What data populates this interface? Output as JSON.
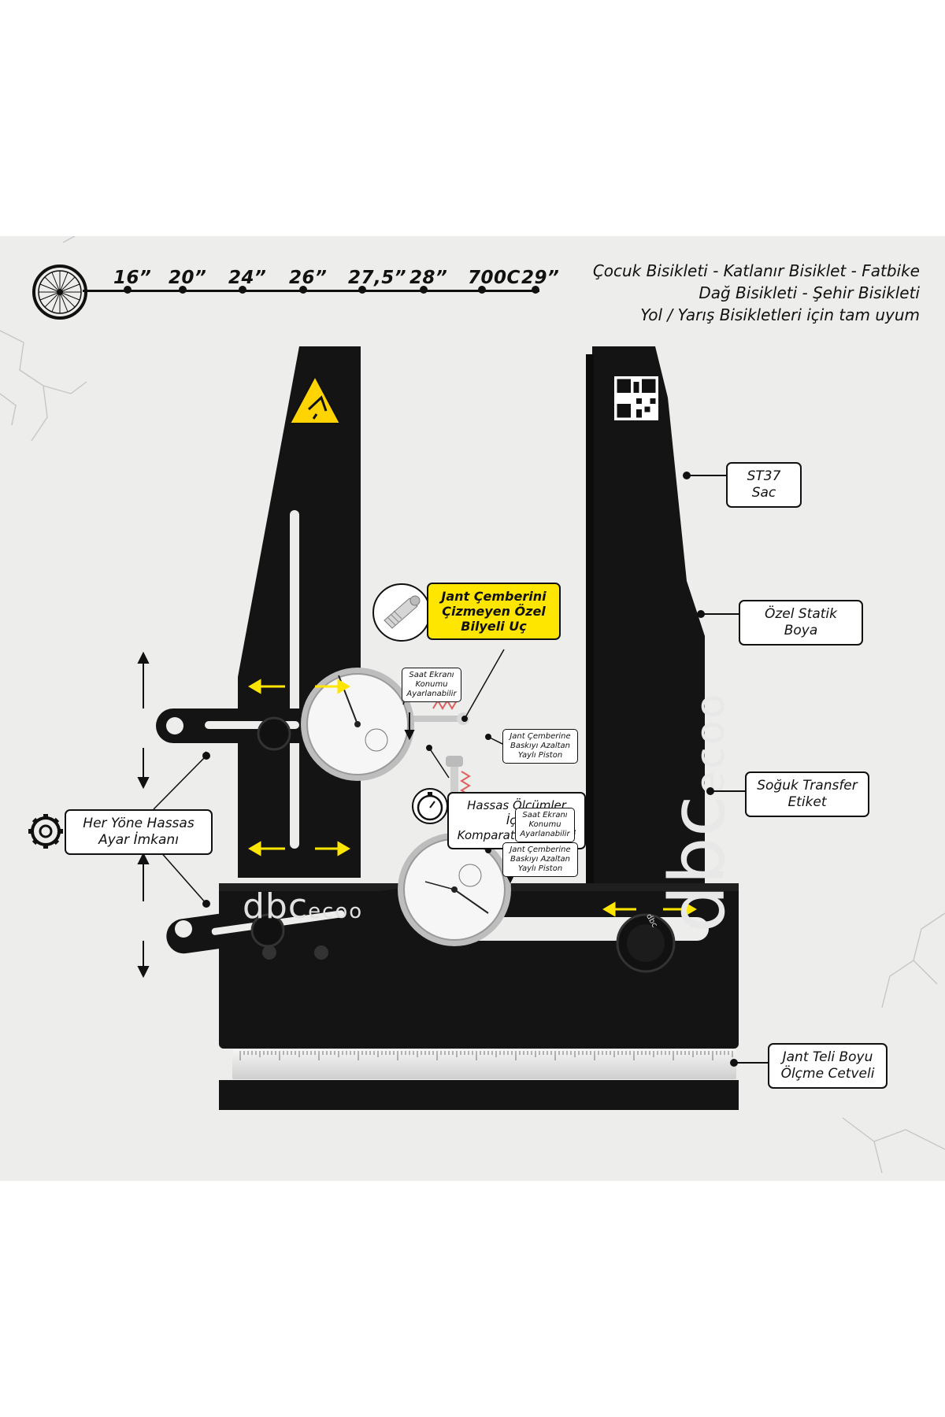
{
  "wheel_sizes": [
    "16”",
    "20”",
    "24”",
    "26”",
    "27,5”",
    "28”",
    "700C",
    "29”"
  ],
  "compatibility": {
    "line1": "Çocuk Bisikleti - Katlanır Bisiklet - Fatbike",
    "line2": "Dağ Bisikleti - Şehir Bisikleti",
    "line3": "Yol / Yarış Bisikletleri için tam uyum"
  },
  "callouts": {
    "material": "ST37 Sac",
    "paint": "Özel Statik Boya",
    "label": [
      "Soğuk Transfer",
      "Etiket"
    ],
    "ruler": [
      "Jant Teli Boyu",
      "Ölçme Cetveli"
    ],
    "tip": [
      "Jant Çemberini",
      "Çizmeyen Özel",
      "Bilyeli Uç"
    ],
    "adjust": [
      "Her Yöne Hassas",
      "Ayar İmkanı"
    ],
    "comparator": [
      "Hassas Ölçümler İçin",
      "Komparatör Saatleri"
    ],
    "dial_position_top": [
      "Saat Ekranı",
      "Konumu",
      "Ayarlanabilir"
    ],
    "piston_top": [
      "Jant Çemberine",
      "Baskıyı Azaltan",
      "Yaylı Piston"
    ],
    "piston_bottom": [
      "Jant Çemberine",
      "Baskıyı Azaltan",
      "Yaylı Piston"
    ],
    "dial_position_bottom": [
      "Saat Ekranı",
      "Konumu",
      "Ayarlanabilir"
    ]
  },
  "brand": {
    "main": "dbc",
    "sub": "ecoo"
  },
  "colors": {
    "frame": "#141414",
    "accent_yellow": "#ffe600",
    "background": "#ededeb"
  },
  "icons": [
    "bicycle-wheel-icon",
    "warning-sticker-icon",
    "qr-code-icon",
    "gear-icon",
    "stopwatch-icon",
    "ball-tip-icon"
  ]
}
